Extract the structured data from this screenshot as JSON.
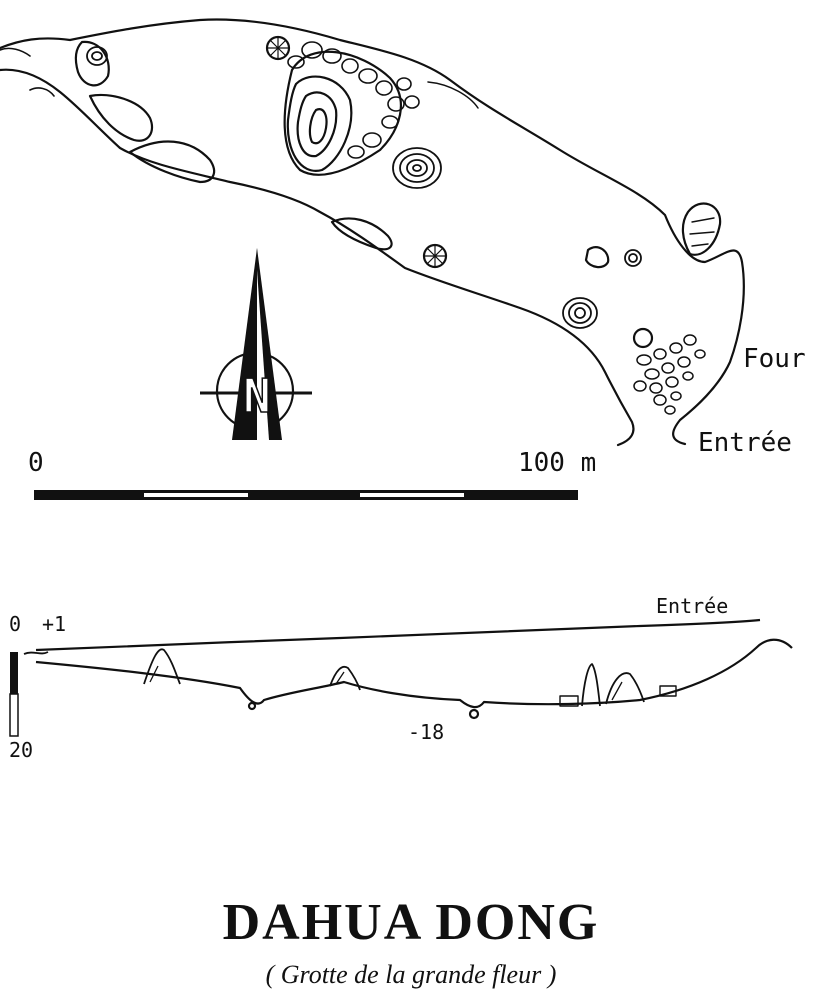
{
  "title": "DAHUA DONG",
  "subtitle": "( Grotte de la grande fleur )",
  "plan": {
    "north_label": "N",
    "labels": {
      "four": "Four",
      "entree": "Entrée"
    },
    "scale": {
      "start": "0",
      "end": "100 m"
    }
  },
  "profile": {
    "scale_top": "0",
    "top_mark": "+1",
    "scale_bottom": "20",
    "depth_label": "-18",
    "entree": "Entrée"
  },
  "colors": {
    "ink": "#111111",
    "paper": "#ffffff"
  }
}
